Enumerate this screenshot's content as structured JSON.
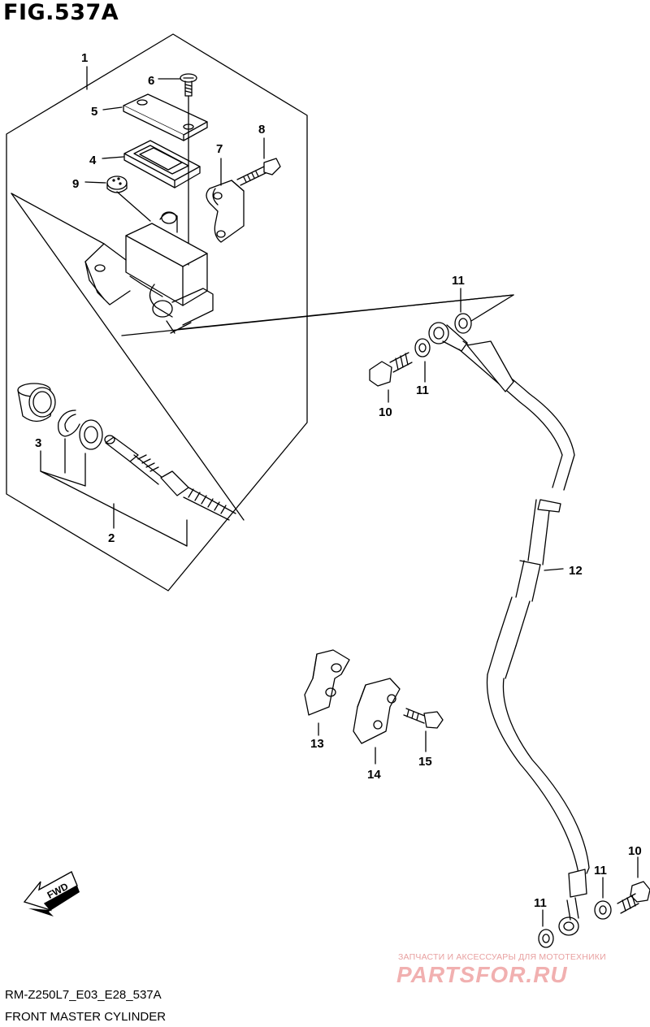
{
  "figure": {
    "title": "FIG.537A",
    "code": "RM-Z250L7_E03_E28_537A",
    "subtitle": "FRONT MASTER CYLINDER"
  },
  "callouts": {
    "c1": "1",
    "c2": "2",
    "c3": "3",
    "c4": "4",
    "c5": "5",
    "c6": "6",
    "c7": "7",
    "c8": "8",
    "c9": "9",
    "c10a": "10",
    "c10b": "10",
    "c11a": "11",
    "c11b": "11",
    "c11c": "11",
    "c11d": "11",
    "c12": "12",
    "c13": "13",
    "c14": "14",
    "c15": "15"
  },
  "fwd_label": "FWD",
  "watermark": {
    "top": "ЗАПЧАСТИ И АКСЕССУАРЫ ДЛЯ МОТОТЕХНИКИ",
    "main": "PARTSFOR.RU"
  }
}
